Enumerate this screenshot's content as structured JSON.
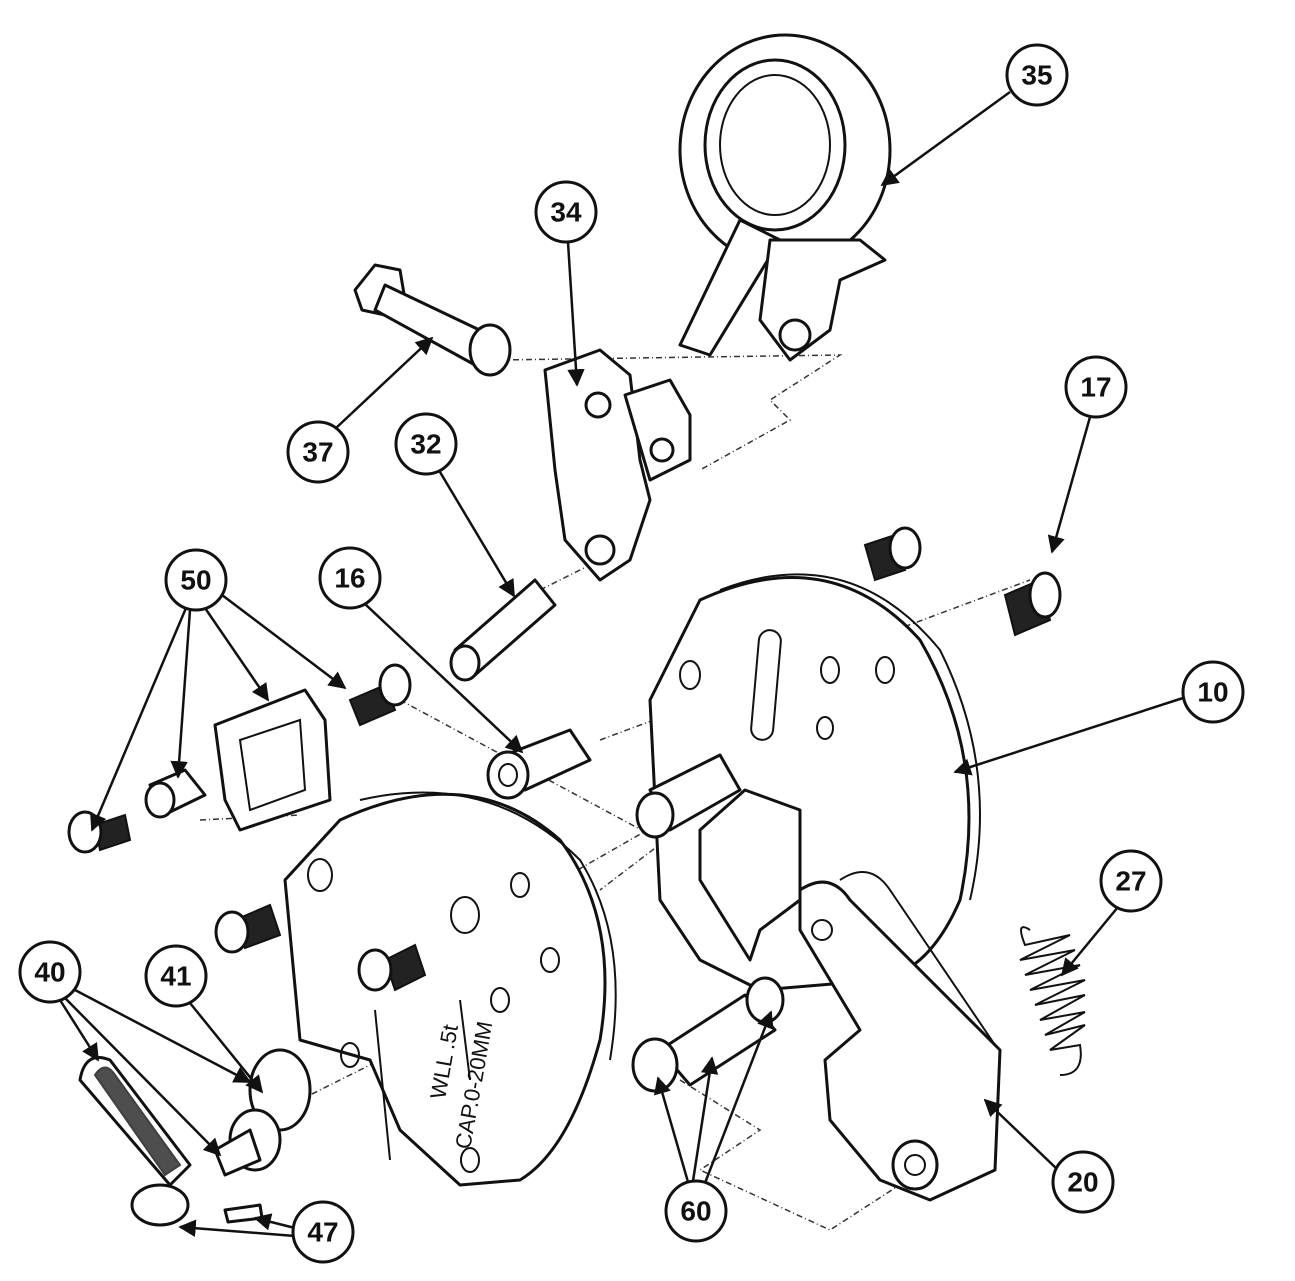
{
  "diagram": {
    "type": "exploded parts diagram",
    "callouts": {
      "c35": "35",
      "c34": "34",
      "c37": "37",
      "c32": "32",
      "c17": "17",
      "c50": "50",
      "c16": "16",
      "c10": "10",
      "c27": "27",
      "c40": "40",
      "c41": "41",
      "c20": "20",
      "c60": "60",
      "c47": "47"
    },
    "stamp": {
      "line1": "WLL .5t",
      "line2": "CAP.0-20MM"
    }
  }
}
